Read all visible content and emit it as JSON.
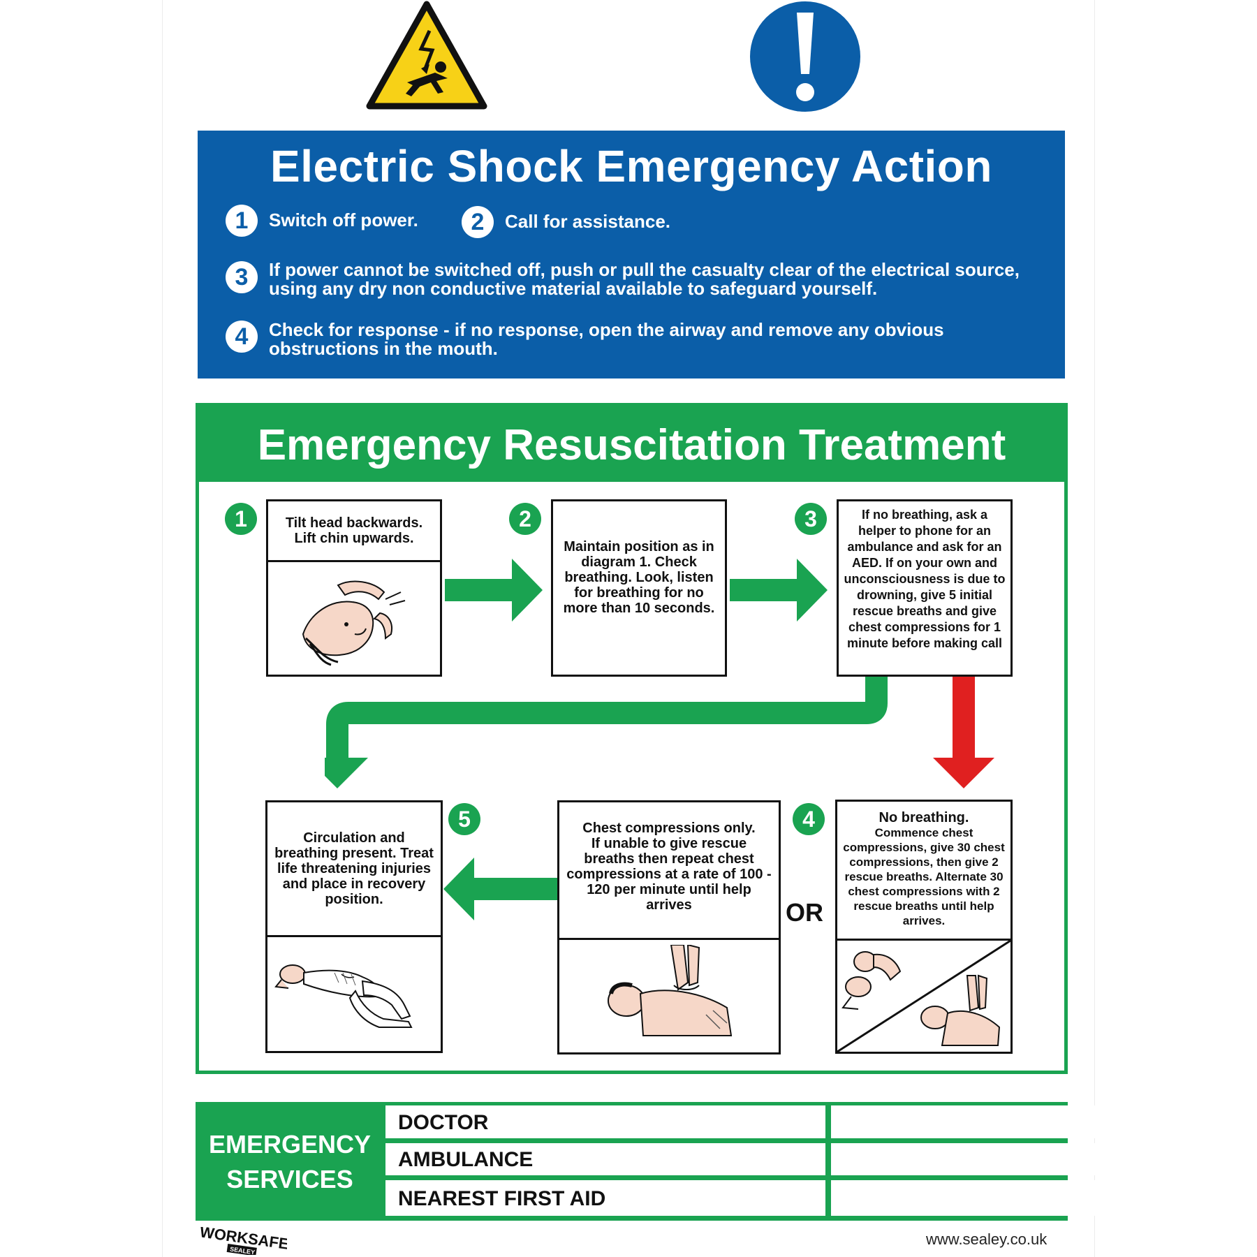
{
  "blue_panel": {
    "title": "Electric Shock Emergency Action",
    "steps": [
      {
        "num": "1",
        "text": "Switch off power."
      },
      {
        "num": "2",
        "text": "Call for assistance."
      },
      {
        "num": "3",
        "text": "If power cannot be switched off, push or pull the casualty clear of the electrical source, using any dry non conductive material available to safeguard yourself."
      },
      {
        "num": "4",
        "text": "Check for response - if no response, open the airway and remove any obvious obstructions in the mouth."
      }
    ]
  },
  "green_panel": {
    "title": "Emergency Resuscitation Treatment",
    "step1": {
      "num": "1",
      "text": "Tilt head backwards. Lift chin upwards."
    },
    "step2": {
      "num": "2",
      "text": "Maintain position as in diagram 1. Check breathing. Look, listen for breathing for no more than 10 seconds."
    },
    "step3": {
      "num": "3",
      "text": "If no breathing, ask a helper to phone for an ambulance and ask for an AED. If on your own and unconsciousness is due to drowning, give 5 initial rescue breaths and give chest compressions for 1 minute before making call"
    },
    "step4": {
      "num": "4",
      "title": "No breathing.",
      "text": "Commence chest compressions, give 30 chest compressions, then give 2 rescue breaths. Alternate 30 chest compressions with 2 rescue breaths until help arrives."
    },
    "chest_only": {
      "title": "Chest compressions only.",
      "text": "If unable to give rescue breaths then repeat chest compressions at a rate of 100 - 120 per minute until help arrives"
    },
    "or_label": "OR",
    "step5": {
      "num": "5",
      "text": "Circulation and breathing present. Treat life threatening injuries and place in recovery position."
    }
  },
  "emergency_services": {
    "label_line1": "EMERGENCY",
    "label_line2": "SERVICES",
    "rows": [
      "DOCTOR",
      "AMBULANCE",
      "NEAREST FIRST AID"
    ]
  },
  "footer": {
    "brand": "WORKSAFE",
    "brand_sub": "SEALEY",
    "url": "www.sealey.co.uk"
  },
  "colors": {
    "blue": "#0b5ea8",
    "green": "#1aa351",
    "red": "#e02020",
    "yellow": "#f7d117"
  },
  "icons": [
    "electric-shock-warning-icon",
    "mandatory-exclamation-icon"
  ]
}
